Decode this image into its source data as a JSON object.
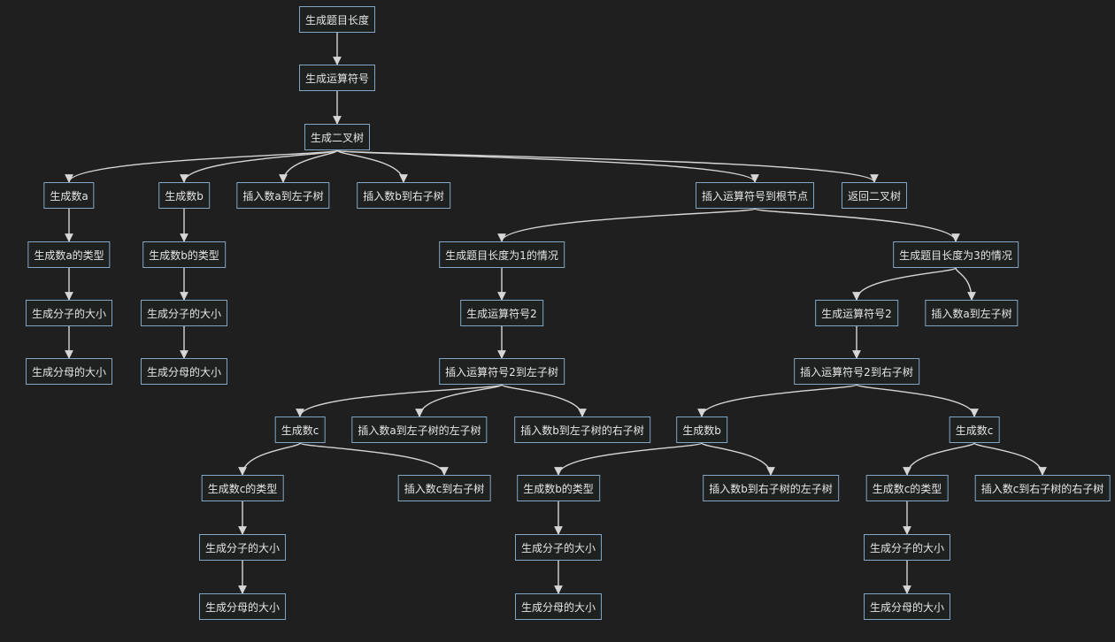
{
  "diagram": {
    "nodes": [
      {
        "id": "n1",
        "label": "生成题目长度"
      },
      {
        "id": "n2",
        "label": "生成运算符号"
      },
      {
        "id": "n3",
        "label": "生成二叉树"
      },
      {
        "id": "n4",
        "label": "生成数a"
      },
      {
        "id": "n5",
        "label": "生成数b"
      },
      {
        "id": "n6",
        "label": "插入数a到左子树"
      },
      {
        "id": "n7",
        "label": "插入数b到右子树"
      },
      {
        "id": "n8",
        "label": "插入运算符号到根节点"
      },
      {
        "id": "n9",
        "label": "返回二叉树"
      },
      {
        "id": "n10",
        "label": "生成数a的类型"
      },
      {
        "id": "n11",
        "label": "生成数b的类型"
      },
      {
        "id": "n12",
        "label": "生成分子的大小"
      },
      {
        "id": "n13",
        "label": "生成分子的大小"
      },
      {
        "id": "n14",
        "label": "生成分母的大小"
      },
      {
        "id": "n15",
        "label": "生成分母的大小"
      },
      {
        "id": "n16",
        "label": "生成题目长度为1的情况"
      },
      {
        "id": "n17",
        "label": "生成题目长度为3的情况"
      },
      {
        "id": "n18",
        "label": "生成运算符号2"
      },
      {
        "id": "n19",
        "label": "插入运算符号2到左子树"
      },
      {
        "id": "n20",
        "label": "生成运算符号2"
      },
      {
        "id": "n21",
        "label": "插入数a到左子树"
      },
      {
        "id": "n22",
        "label": "插入运算符号2到右子树"
      },
      {
        "id": "n23",
        "label": "生成数c"
      },
      {
        "id": "n24",
        "label": "插入数a到左子树的左子树"
      },
      {
        "id": "n25",
        "label": "插入数b到左子树的右子树"
      },
      {
        "id": "n26",
        "label": "生成数c的类型"
      },
      {
        "id": "n27",
        "label": "插入数c到右子树"
      },
      {
        "id": "n28",
        "label": "生成分子的大小"
      },
      {
        "id": "n29",
        "label": "生成分母的大小"
      },
      {
        "id": "n30",
        "label": "生成数b"
      },
      {
        "id": "n31",
        "label": "生成数c"
      },
      {
        "id": "n32",
        "label": "生成数b的类型"
      },
      {
        "id": "n33",
        "label": "插入数b到右子树的左子树"
      },
      {
        "id": "n34",
        "label": "生成分子的大小"
      },
      {
        "id": "n35",
        "label": "生成分母的大小"
      },
      {
        "id": "n36",
        "label": "生成数c的类型"
      },
      {
        "id": "n37",
        "label": "插入数c到右子树的右子树"
      },
      {
        "id": "n38",
        "label": "生成分子的大小"
      },
      {
        "id": "n39",
        "label": "生成分母的大小"
      }
    ],
    "edges": [
      [
        "n1",
        "n2"
      ],
      [
        "n2",
        "n3"
      ],
      [
        "n3",
        "n4"
      ],
      [
        "n3",
        "n5"
      ],
      [
        "n3",
        "n6"
      ],
      [
        "n3",
        "n7"
      ],
      [
        "n3",
        "n8"
      ],
      [
        "n3",
        "n9"
      ],
      [
        "n4",
        "n10"
      ],
      [
        "n10",
        "n12"
      ],
      [
        "n12",
        "n14"
      ],
      [
        "n5",
        "n11"
      ],
      [
        "n11",
        "n13"
      ],
      [
        "n13",
        "n15"
      ],
      [
        "n8",
        "n16"
      ],
      [
        "n8",
        "n17"
      ],
      [
        "n16",
        "n18"
      ],
      [
        "n18",
        "n19"
      ],
      [
        "n19",
        "n23"
      ],
      [
        "n19",
        "n24"
      ],
      [
        "n19",
        "n25"
      ],
      [
        "n23",
        "n26"
      ],
      [
        "n23",
        "n27"
      ],
      [
        "n26",
        "n28"
      ],
      [
        "n28",
        "n29"
      ],
      [
        "n17",
        "n20"
      ],
      [
        "n17",
        "n21"
      ],
      [
        "n20",
        "n22"
      ],
      [
        "n22",
        "n30"
      ],
      [
        "n22",
        "n31"
      ],
      [
        "n30",
        "n32"
      ],
      [
        "n30",
        "n33"
      ],
      [
        "n32",
        "n34"
      ],
      [
        "n34",
        "n35"
      ],
      [
        "n31",
        "n36"
      ],
      [
        "n31",
        "n37"
      ],
      [
        "n36",
        "n38"
      ],
      [
        "n38",
        "n39"
      ]
    ]
  },
  "colors": {
    "background": "#1f1f1f",
    "node_fill": "#1f2020",
    "node_border": "#81a6c6",
    "text": "#e6e6e6",
    "edge": "#d6d6d6"
  }
}
